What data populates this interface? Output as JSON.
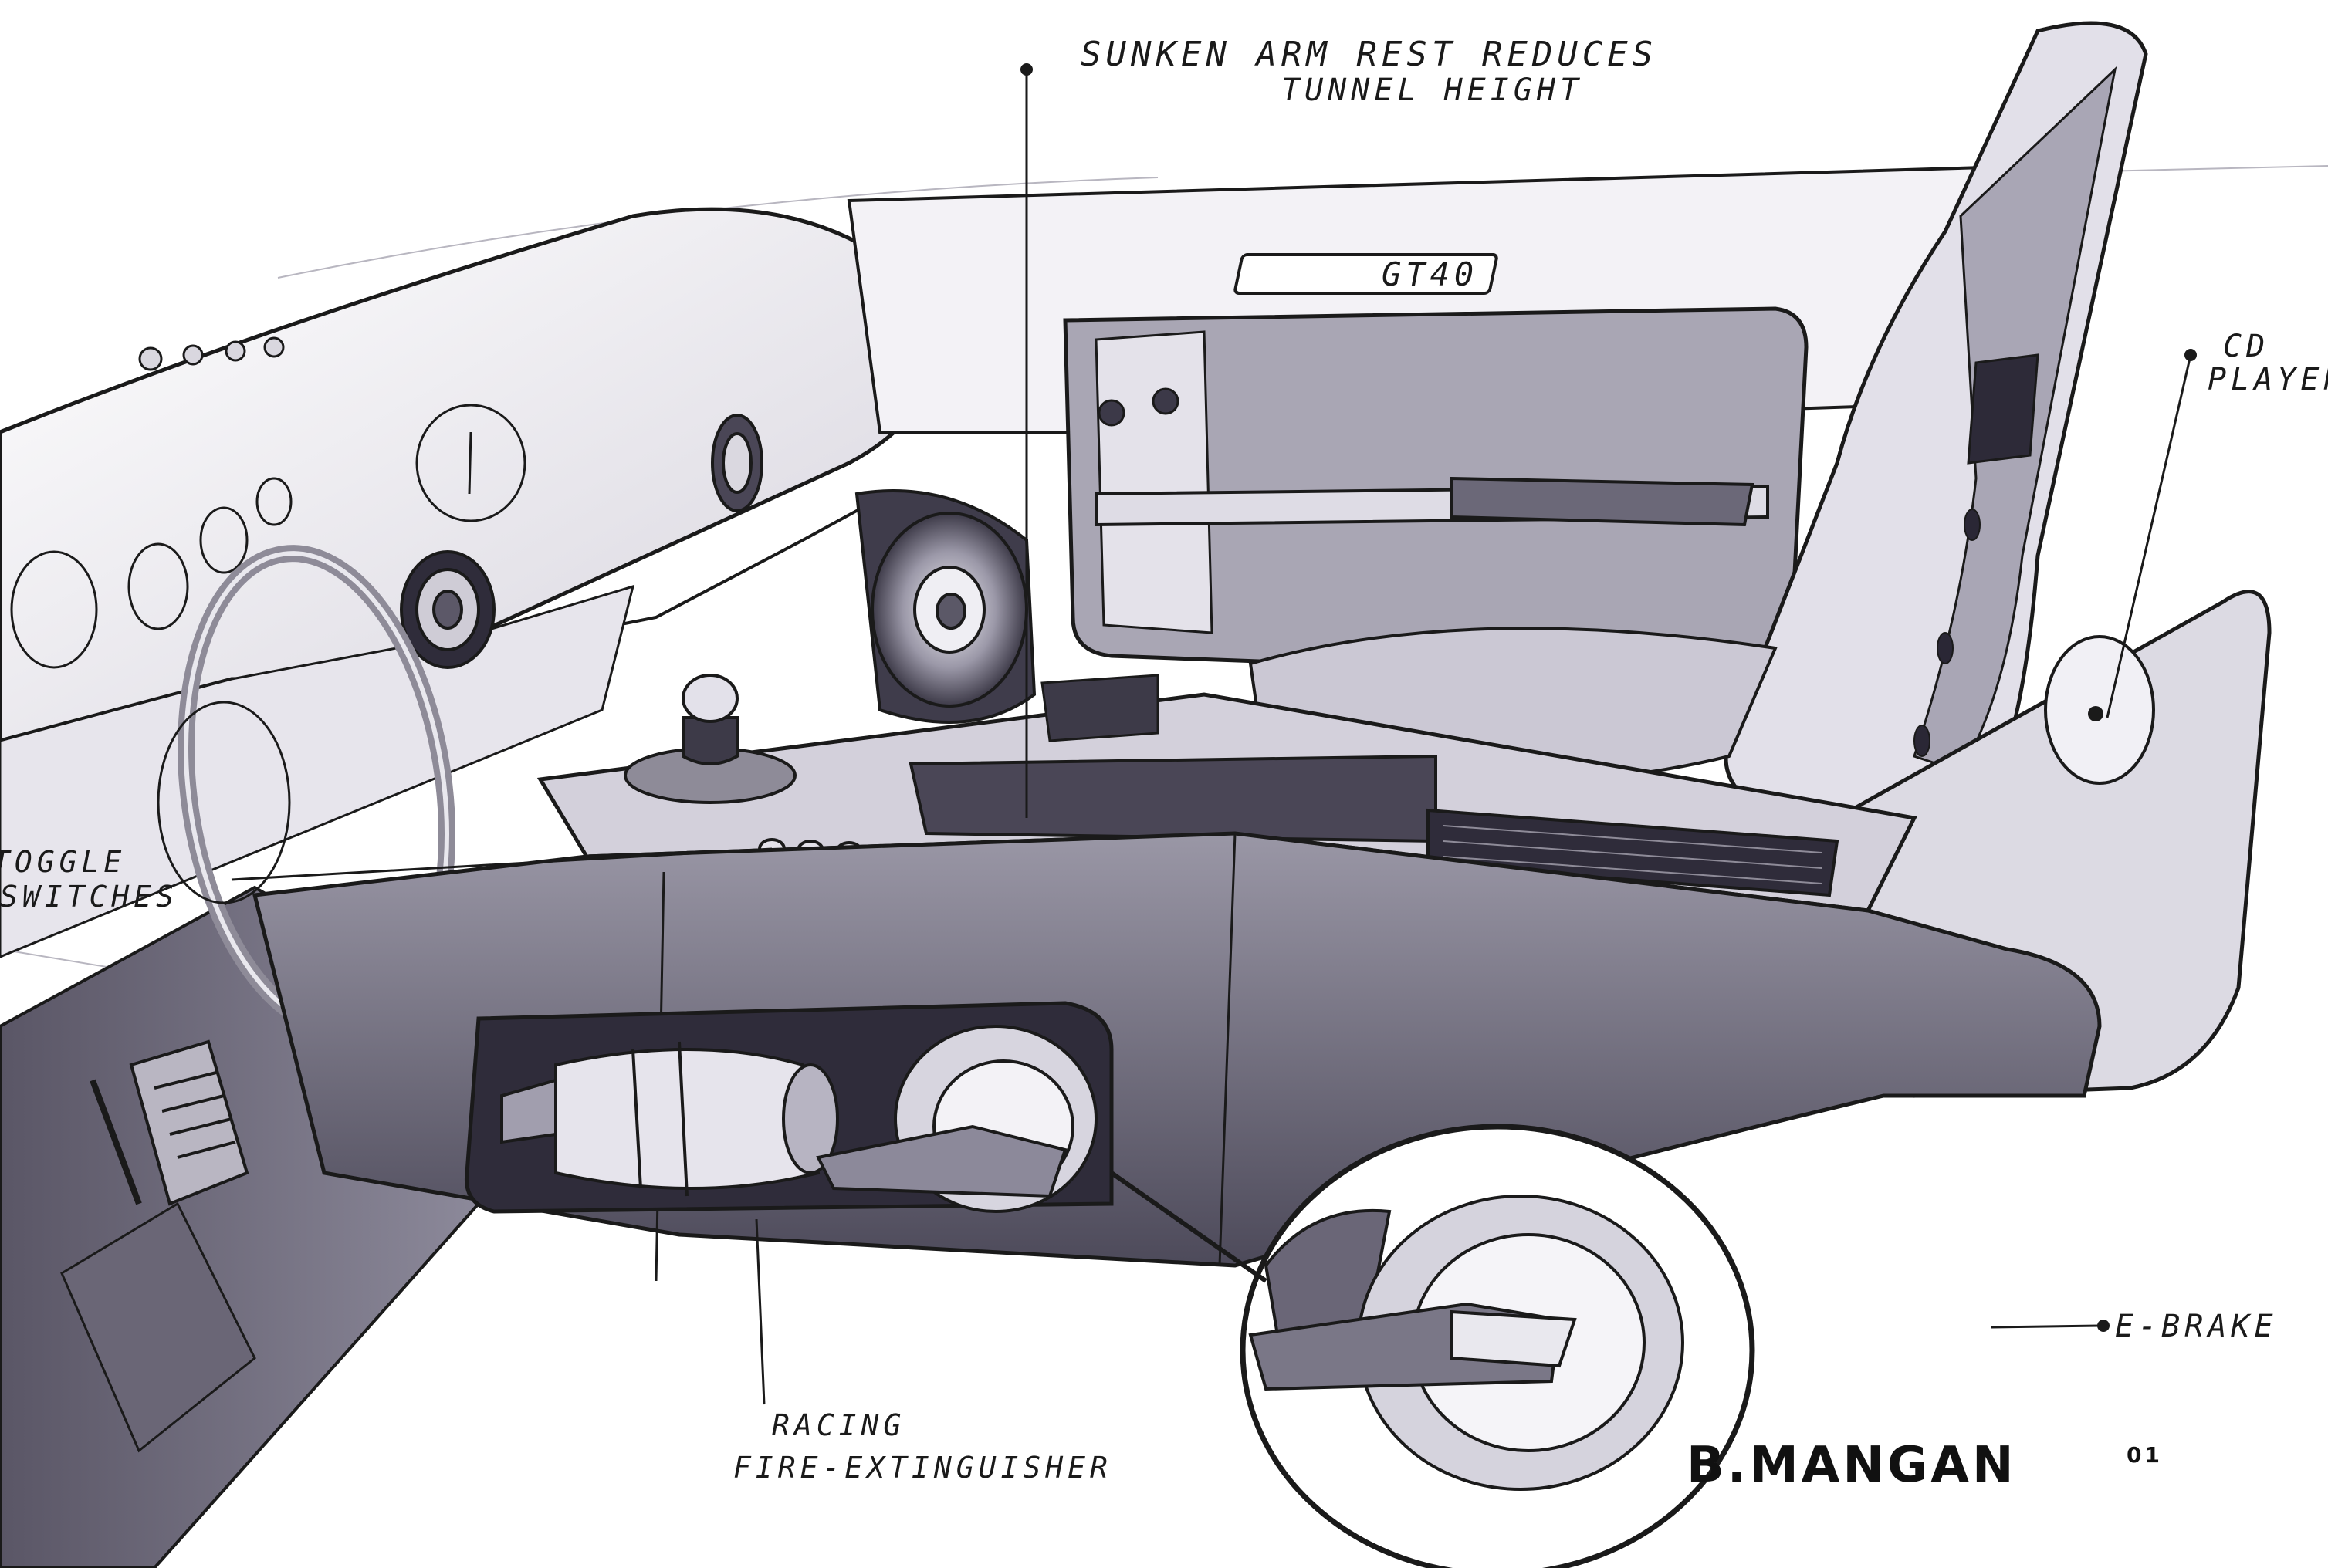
{
  "annotations": {
    "armrest_line1": "SUNKEN ARM REST REDUCES",
    "armrest_line2": "TUNNEL HEIGHT",
    "cd_line1": "CD",
    "cd_line2": "PLAYER",
    "toggle_line1": "TOGGLE",
    "toggle_line2": "SWITCHES",
    "ebrake": "E-BRAKE",
    "ext_line1": "RACING",
    "ext_line2": "FIRE-EXTINGUISHER"
  },
  "dash_badge": "GT40",
  "signature": "B.MANGAN",
  "signature_year": "01",
  "colors": {
    "paper": "#ffffff",
    "ink": "#1a1a1a",
    "marker_dark": "#4a4656",
    "marker_mid": "#8a8696",
    "marker_light": "#c9c6d2"
  }
}
